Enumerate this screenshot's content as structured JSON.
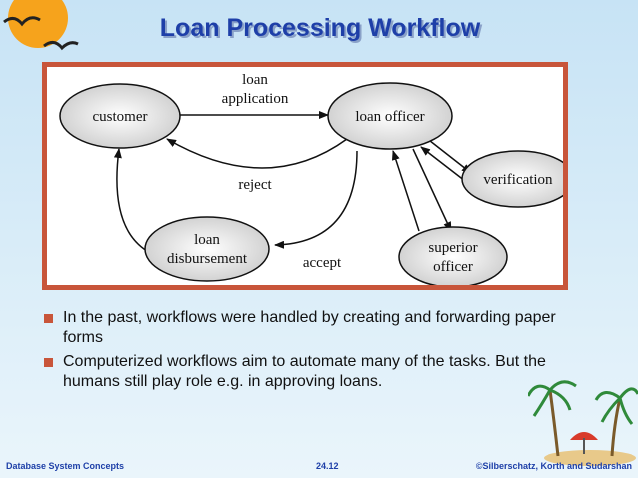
{
  "slide": {
    "title": "Loan Processing Workflow"
  },
  "diagram": {
    "nodes": {
      "customer": "customer",
      "loan_officer": "loan officer",
      "verification": "verification",
      "superior_line1": "superior",
      "superior_line2": "officer",
      "disbursement_line1": "loan",
      "disbursement_line2": "disbursement"
    },
    "edges": {
      "loan_line1": "loan",
      "loan_line2": "application",
      "reject": "reject",
      "accept": "accept"
    }
  },
  "bullets": [
    {
      "text": "In the past, workflows were handled by creating and forwarding paper forms"
    },
    {
      "text": "Computerized workflows aim to automate many of the tasks. But the humans still play role e.g. in approving loans."
    }
  ],
  "footer": {
    "left": "Database System Concepts",
    "center": "24.12",
    "right": "©Silberschatz, Korth and Sudarshan"
  },
  "colors": {
    "title": "#1e3fa8",
    "frame_border": "#c8553a",
    "bullet_marker": "#c8553a",
    "footer_text": "#1e3fa8"
  }
}
